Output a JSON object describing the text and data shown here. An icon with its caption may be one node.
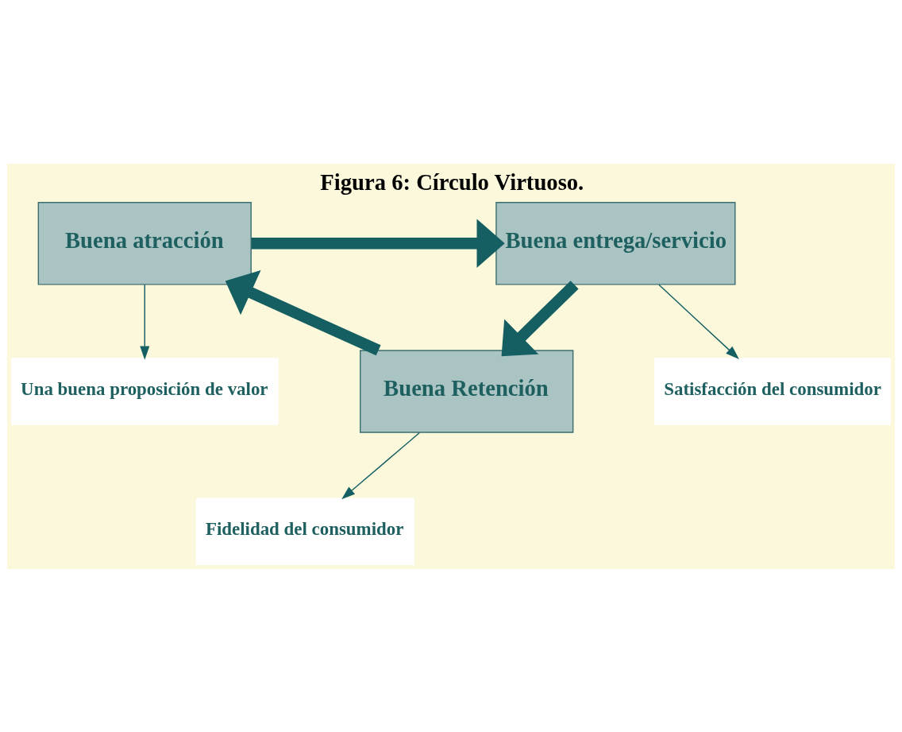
{
  "diagram": {
    "title": "Figura 6: Círculo Virtuoso.",
    "nodes": [
      {
        "text": [
          "Buena atracción"
        ]
      },
      {
        "text": [
          "Buena entrega/servicio"
        ]
      },
      {
        "text": [
          "Buena Retención"
        ]
      },
      {
        "text": [
          "Una buena proposición de valor"
        ]
      },
      {
        "text": [
          "Satisfacción del consumidor"
        ]
      },
      {
        "text": [
          "Fidelidad del consumidor"
        ]
      }
    ],
    "edges": [
      {
        "from": 0,
        "to": 1,
        "arrow": "to",
        "style": "thick"
      },
      {
        "from": 1,
        "to": 2,
        "arrow": "to",
        "style": "thick"
      },
      {
        "from": 2,
        "to": 0,
        "arrow": "to",
        "style": "thick"
      },
      {
        "from": 0,
        "to": 3,
        "arrow": "to"
      },
      {
        "from": 1,
        "to": 4,
        "arrow": "to"
      },
      {
        "from": 2,
        "to": 5,
        "arrow": "to"
      }
    ]
  }
}
